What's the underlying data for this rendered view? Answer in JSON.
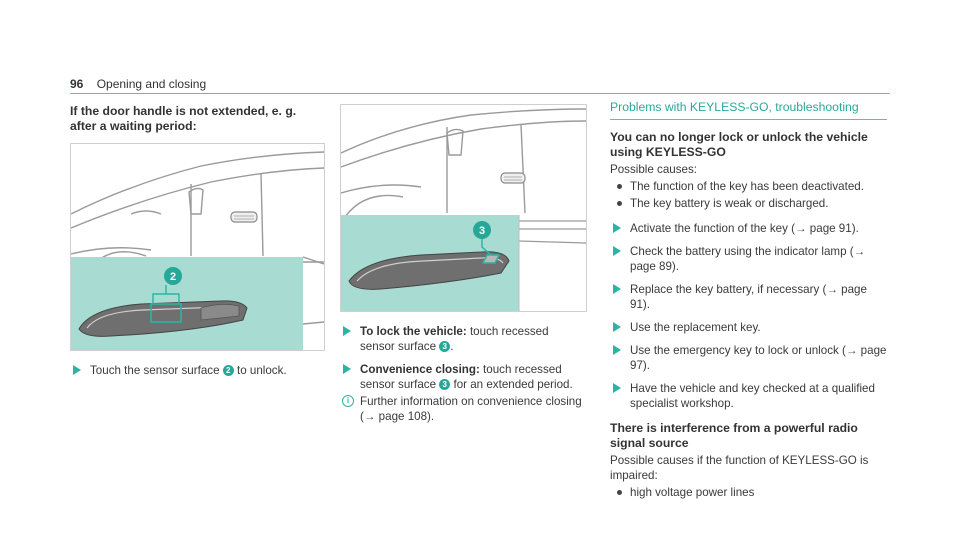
{
  "header": {
    "page_number": "96",
    "section": "Opening and closing"
  },
  "col1": {
    "heading": "If the door handle is not extended, e. g. after a waiting period:",
    "figure_badge": "2",
    "step1": {
      "pre": "Touch the sensor surface ",
      "badge": "2",
      "post": " to unlock."
    }
  },
  "col2": {
    "figure_badge": "3",
    "step1": {
      "bold": "To lock the vehicle:",
      "pre": " touch recessed sensor surface ",
      "badge": "3",
      "post": "."
    },
    "step2": {
      "bold": "Convenience closing:",
      "pre": " touch recessed sensor surface ",
      "badge": "3",
      "post": " for an extended period."
    },
    "info": "Further information on convenience closing (→ page 108)."
  },
  "col3": {
    "section_title": "Problems with KEYLESS-GO, troubleshooting",
    "sub1_title": "You can no longer lock or unlock the vehicle using KEYLESS-GO",
    "sub1_intro": "Possible causes:",
    "causes": [
      "The function of the key has been deactivated.",
      "The key battery is weak or discharged."
    ],
    "steps": [
      "Activate the function of the key (→ page 91).",
      "Check the battery using the indicator lamp (→ page 89).",
      "Replace the key battery, if necessary (→ page 91).",
      "Use the replacement key.",
      "Use the emergency key to lock or unlock (→ page 97).",
      "Have the vehicle and key checked at a qualified specialist workshop."
    ],
    "sub2_title": "There is interference from a powerful radio signal source",
    "sub2_intro": "Possible causes if the function of KEYLESS-GO is impaired:",
    "causes2": [
      "high voltage power lines"
    ]
  },
  "colors": {
    "accent": "#2bb3a3",
    "inset_bg": "#a8dcd3"
  }
}
